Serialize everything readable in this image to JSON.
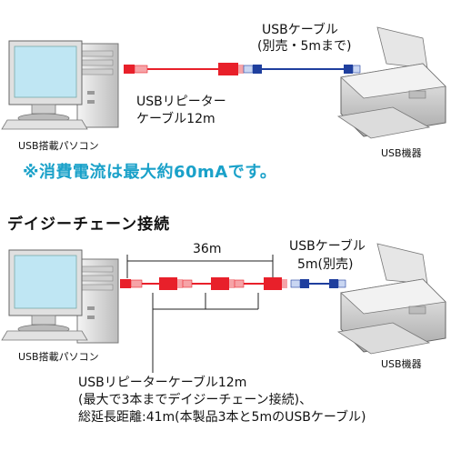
{
  "top": {
    "usb_cable_label_line1": "USBケーブル",
    "usb_cable_label_line2": "(別売・5mまで)",
    "repeater_label_line1": "USBリピーター",
    "repeater_label_line2": "ケーブル12m",
    "pc_label": "USB搭載パソコン",
    "printer_label": "USB機器",
    "note": "※消費電流は最大約60mAです。"
  },
  "bottom": {
    "heading": "デイジーチェーン接続",
    "length_label": "36m",
    "usb_cable_label_line1": "USBケーブル",
    "usb_cable_label_line2": "5m(別売)",
    "pc_label": "USB搭載パソコン",
    "printer_label": "USB機器",
    "caption_line1": "USBリピーターケーブル12m",
    "caption_line2": "(最大で3本までデイジーチェーン接続)、",
    "caption_line3": "総延長距離:41m(本製品3本と5mのUSBケーブル)"
  },
  "colors": {
    "repeater_cable": "#e8202a",
    "usb_cable": "#1f3f9e",
    "note_text": "#1aa1c9"
  }
}
